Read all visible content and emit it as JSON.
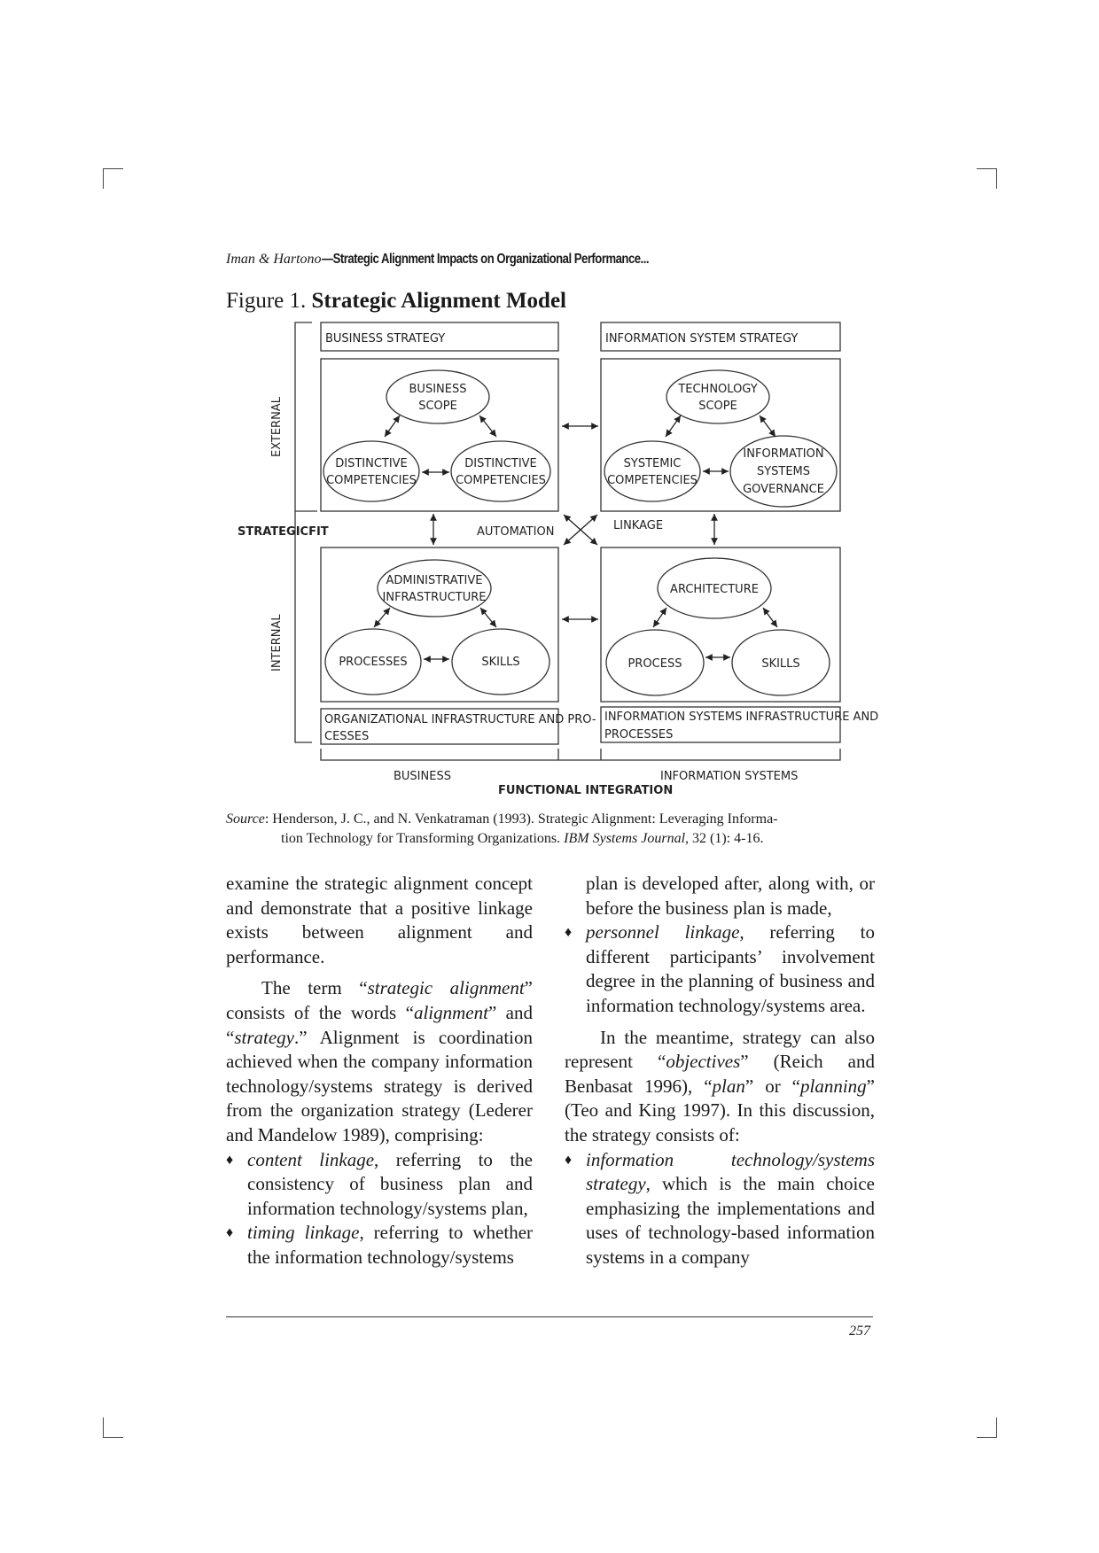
{
  "running_head": {
    "authors": "Iman & Hartono",
    "title": "—Strategic Alignment Impacts on Organizational Performance..."
  },
  "figure": {
    "number": "Figure 1.",
    "title": "Strategic Alignment Model",
    "labels": {
      "business_strategy": "BUSINESS STRATEGY",
      "is_strategy": "INFORMATION SYSTEM STRATEGY",
      "business_scope_1": "BUSINESS",
      "business_scope_2": "SCOPE",
      "distinctive_1a": "DISTINCTIVE",
      "distinctive_1b": "COMPETENCIES",
      "distinctive_2a": "DISTINCTIVE",
      "distinctive_2b": "COMPETENCIES",
      "tech_scope_1": "TECHNOLOGY",
      "tech_scope_2": "SCOPE",
      "systemic_1": "SYSTEMIC",
      "systemic_2": "COMPETENCIES",
      "isg_1": "INFORMATION",
      "isg_2": "SYSTEMS",
      "isg_3": "GOVERNANCE",
      "external": "EXTERNAL",
      "internal": "INTERNAL",
      "strategic_fit": "STRATEGICFIT",
      "automation": "AUTOMATION",
      "linkage": "LINKAGE",
      "admin_1": "ADMINISTRATIVE",
      "admin_2": "INFRASTRUCTURE",
      "processes": "PROCESSES",
      "skills_left": "SKILLS",
      "architecture": "ARCHITECTURE",
      "process": "PROCESS",
      "skills_right": "SKILLS",
      "org_infra_1": "ORGANIZATIONAL INFRASTRUCTURE AND PRO-",
      "org_infra_2": "CESSES",
      "is_infra_1": "INFORMATION SYSTEMS INFRASTRUCTURE AND",
      "is_infra_2": "PROCESSES",
      "business": "BUSINESS",
      "information_systems": "INFORMATION SYSTEMS",
      "functional_integration": "FUNCTIONAL INTEGRATION"
    }
  },
  "source": {
    "label": "Source",
    "text_1": ": Henderson, J. C., and N. Venkatraman (1993). Strategic Alignment: Leveraging Informa-",
    "text_2": "tion Technology for Transforming Organizations.",
    "journal": "IBM Systems Journal",
    "text_3": ", 32 (1): 4-16."
  },
  "left_column": {
    "p1": "examine the strategic alignment concept and demonstrate that a positive linkage exists between alignment and performance.",
    "p2_a": "The term “",
    "p2_term": "strategic alignment",
    "p2_b": "” consists of the words “",
    "p2_w1": "alignment",
    "p2_c": "” and “",
    "p2_w2": "strategy",
    "p2_d": ".” Alignment is coordination achieved when the company information technology/systems strategy is derived from the organization strategy (Lederer and Mandelow 1989), comprising:",
    "b1_term": "content linkage",
    "b1_text": ", referring to the consistency of business plan and information technology/systems plan,",
    "b2_term": "timing linkage",
    "b2_text": ", referring to whether the information technology/systems"
  },
  "right_column": {
    "cont": "plan is developed after, along with, or before the business plan is made,",
    "b3_term": "personnel linkage",
    "b3_text": ", referring to different participants’ involvement degree in the planning of business and information technology/systems area.",
    "p3_a": "In the meantime, strategy can also represent “",
    "p3_w1": "objectives",
    "p3_b": "” (Reich and Benbasat 1996), “",
    "p3_w2": "plan",
    "p3_c": "” or “",
    "p3_w3": "planning",
    "p3_d": "” (Teo and King 1997). In this discussion, the strategy consists of:",
    "b4_term": "information technology/systems strategy",
    "b4_text": ", which is the main choice emphasizing the implementations and uses of technology-based information systems in a company"
  },
  "bullet_glyph": "♦",
  "page_number": "257"
}
